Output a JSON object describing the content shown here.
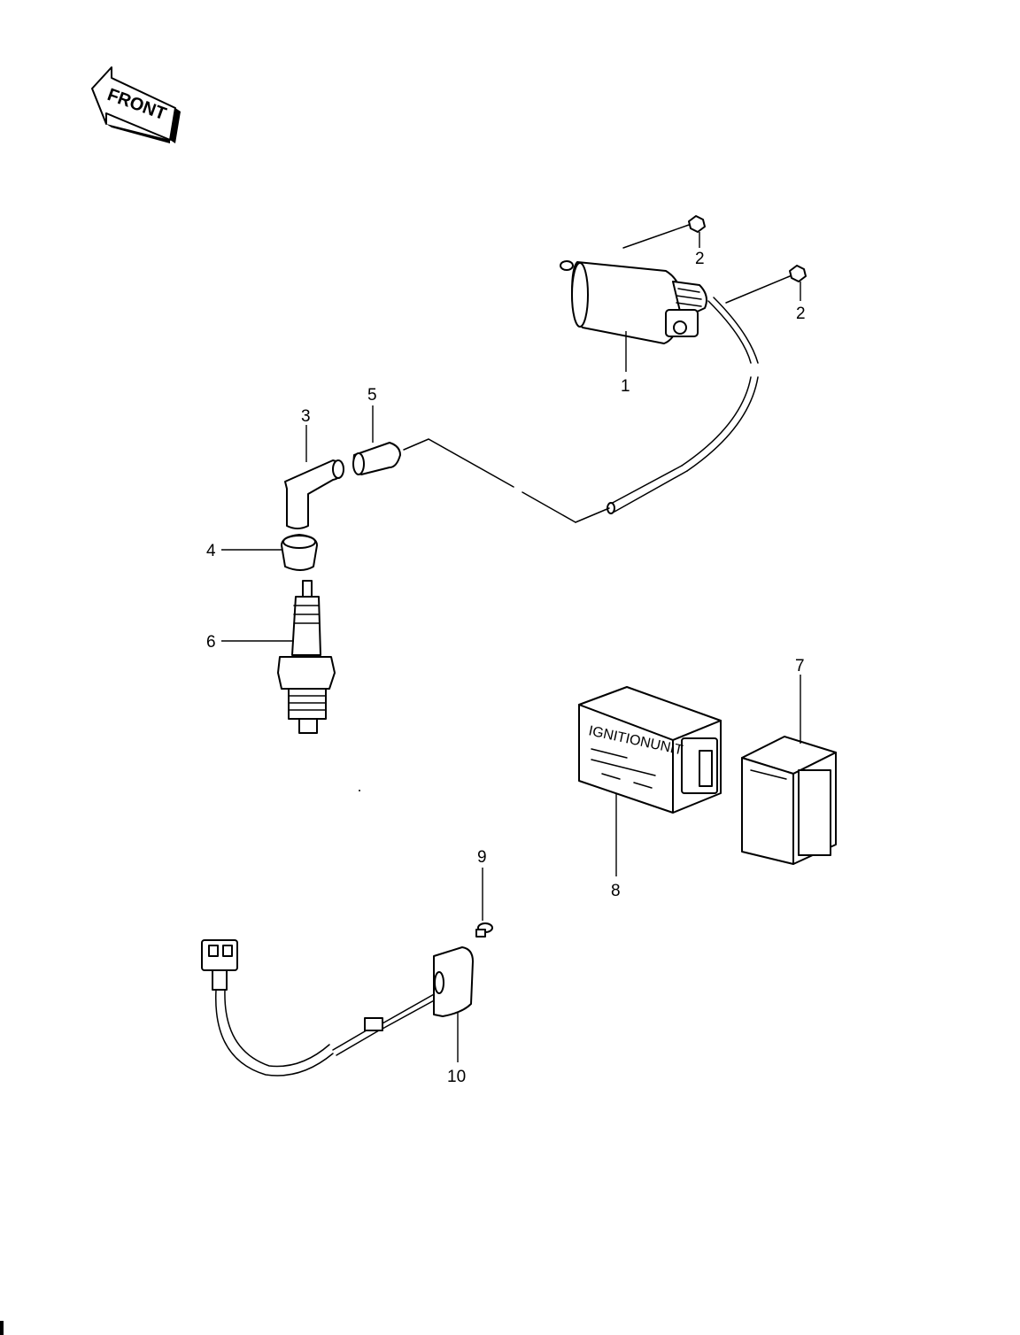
{
  "direction_indicator": {
    "label": "FRONT"
  },
  "parts": [
    {
      "ref": "1"
    },
    {
      "ref": "2"
    },
    {
      "ref": "3"
    },
    {
      "ref": "4"
    },
    {
      "ref": "5"
    },
    {
      "ref": "6"
    },
    {
      "ref": "7"
    },
    {
      "ref": "8",
      "label": "IGNITIONUNIT"
    },
    {
      "ref": "9"
    },
    {
      "ref": "10"
    }
  ],
  "callouts": [
    {
      "part": "1",
      "text": "1"
    },
    {
      "part": "2",
      "text": "2"
    },
    {
      "part": "2",
      "text": "2"
    },
    {
      "part": "3",
      "text": "3"
    },
    {
      "part": "4",
      "text": "4"
    },
    {
      "part": "5",
      "text": "5"
    },
    {
      "part": "6",
      "text": "6"
    },
    {
      "part": "7",
      "text": "7"
    },
    {
      "part": "8",
      "text": "8"
    },
    {
      "part": "9",
      "text": "9"
    },
    {
      "part": "10",
      "text": "10"
    }
  ]
}
